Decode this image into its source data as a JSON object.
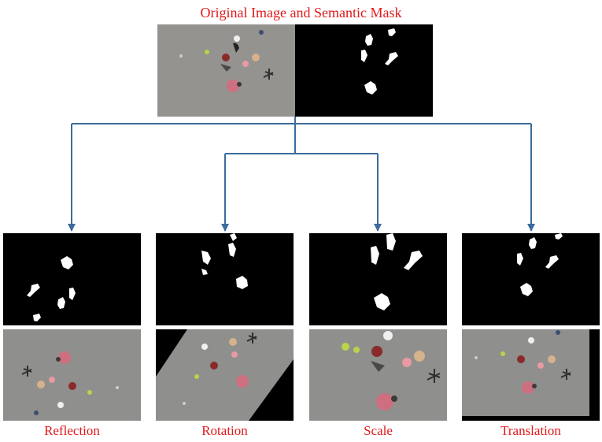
{
  "diagram": {
    "title": "Original Image and Semantic Mask",
    "augmentations": [
      {
        "key": "reflection",
        "label": "Reflection"
      },
      {
        "key": "rotation",
        "label": "Rotation"
      },
      {
        "key": "scale",
        "label": "Scale"
      },
      {
        "key": "translation",
        "label": "Translation"
      }
    ]
  },
  "colors": {
    "label": "#e0191b",
    "arrow": "#3b6c9c",
    "mask_background": "#000000",
    "mask_foreground": "#ffffff",
    "pavement": "#8f8f8d",
    "overlay": "#d86a7c"
  }
}
